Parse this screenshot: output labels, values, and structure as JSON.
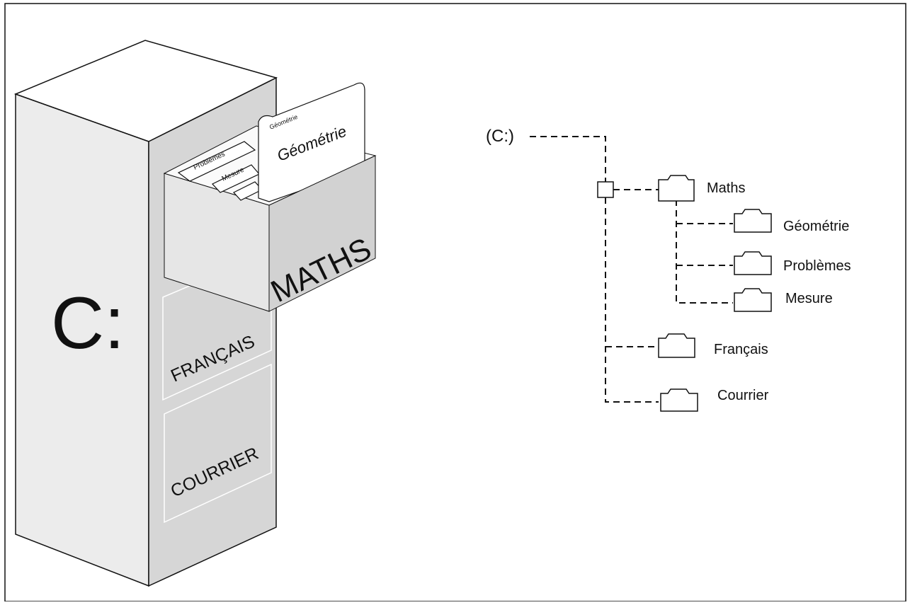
{
  "cabinet": {
    "drive_label": "C:",
    "open_drawer_label": "MATHS",
    "drawers": [
      "FRANÇAIS",
      "COURRIER"
    ],
    "front_folder_small": "Géométrie",
    "front_folder_large": "Géométrie",
    "back_folders": [
      "Problèmes",
      "Mesure"
    ]
  },
  "tree": {
    "root": "(C:)",
    "nodes": {
      "maths": "Maths",
      "geometrie": "Géométrie",
      "problemes": "Problèmes",
      "mesure": "Mesure",
      "francais": "Français",
      "courrier": "Courrier"
    }
  }
}
